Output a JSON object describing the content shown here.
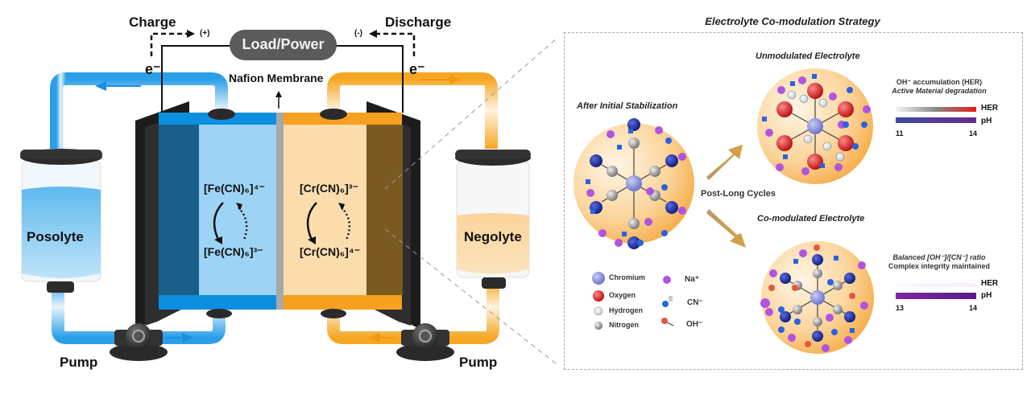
{
  "left": {
    "charge_label": "Charge",
    "discharge_label": "Discharge",
    "charge_polarity": "(+)",
    "discharge_polarity": "(-)",
    "electron_left": "e⁻",
    "electron_right": "e⁻",
    "load_label": "Load/Power",
    "membrane_label": "Nafion Membrane",
    "posolyte_label": "Posolyte",
    "negolyte_label": "Negolyte",
    "pump_left_label": "Pump",
    "pump_right_label": "Pump",
    "fe_top": "[Fe(CN)₆]⁴⁻",
    "fe_bottom": "[Fe(CN)₆]³⁻",
    "cr_top": "[Cr(CN)₆]³⁻",
    "cr_bottom": "[Cr(CN)₆]⁴⁻",
    "colors": {
      "posolyte": "#1a9be6",
      "posolyte_light": "#9fd3f5",
      "negolyte": "#f7a425",
      "negolyte_light": "#fbdcaa",
      "electrode": "#222222",
      "load": "#5b5b5b"
    }
  },
  "right": {
    "title": "Electrolyte Co-modulation Strategy",
    "initial_label": "After Initial Stabilization",
    "cycles_label": "Post-Long Cycles",
    "unmod_label": "Unmodulated Electrolyte",
    "comod_label": "Co-modulated Electrolyte",
    "unmod_note_line1": "OH⁻ accumulation (HER)",
    "unmod_note_line2": "Active Material degradation",
    "comod_note_line1": "Balanced [OH⁻]/[CN⁻] ratio",
    "comod_note_line2": "Complex integrity maintained",
    "unmod_bars": {
      "her_label": "HER",
      "ph_label": "pH",
      "ph_min": "11",
      "ph_max": "14",
      "her_level": 1.0,
      "ph_level": 1.0
    },
    "comod_bars": {
      "her_label": "HER",
      "ph_label": "pH",
      "ph_min": "13",
      "ph_max": "14",
      "her_level": 0.1,
      "ph_level": 1.0
    },
    "legend": [
      {
        "name": "Chromium",
        "icon": "chromium-atom-icon",
        "color": "#7f86d8"
      },
      {
        "name": "Oxygen",
        "icon": "oxygen-atom-icon",
        "color": "#d01818"
      },
      {
        "name": "Hydrogen",
        "icon": "hydrogen-atom-icon",
        "color": "#e0e0e0"
      },
      {
        "name": "Nitrogen",
        "icon": "nitrogen-atom-icon",
        "color": "#888888"
      },
      {
        "name": "Na⁺",
        "icon": "sodium-ion-icon",
        "color": "#b054e0"
      },
      {
        "name": "CN⁻",
        "icon": "cyanide-ion-icon",
        "color": "#2a62e0"
      },
      {
        "name": "OH⁻",
        "icon": "hydroxide-ion-icon",
        "color": "#e8563c"
      }
    ]
  }
}
